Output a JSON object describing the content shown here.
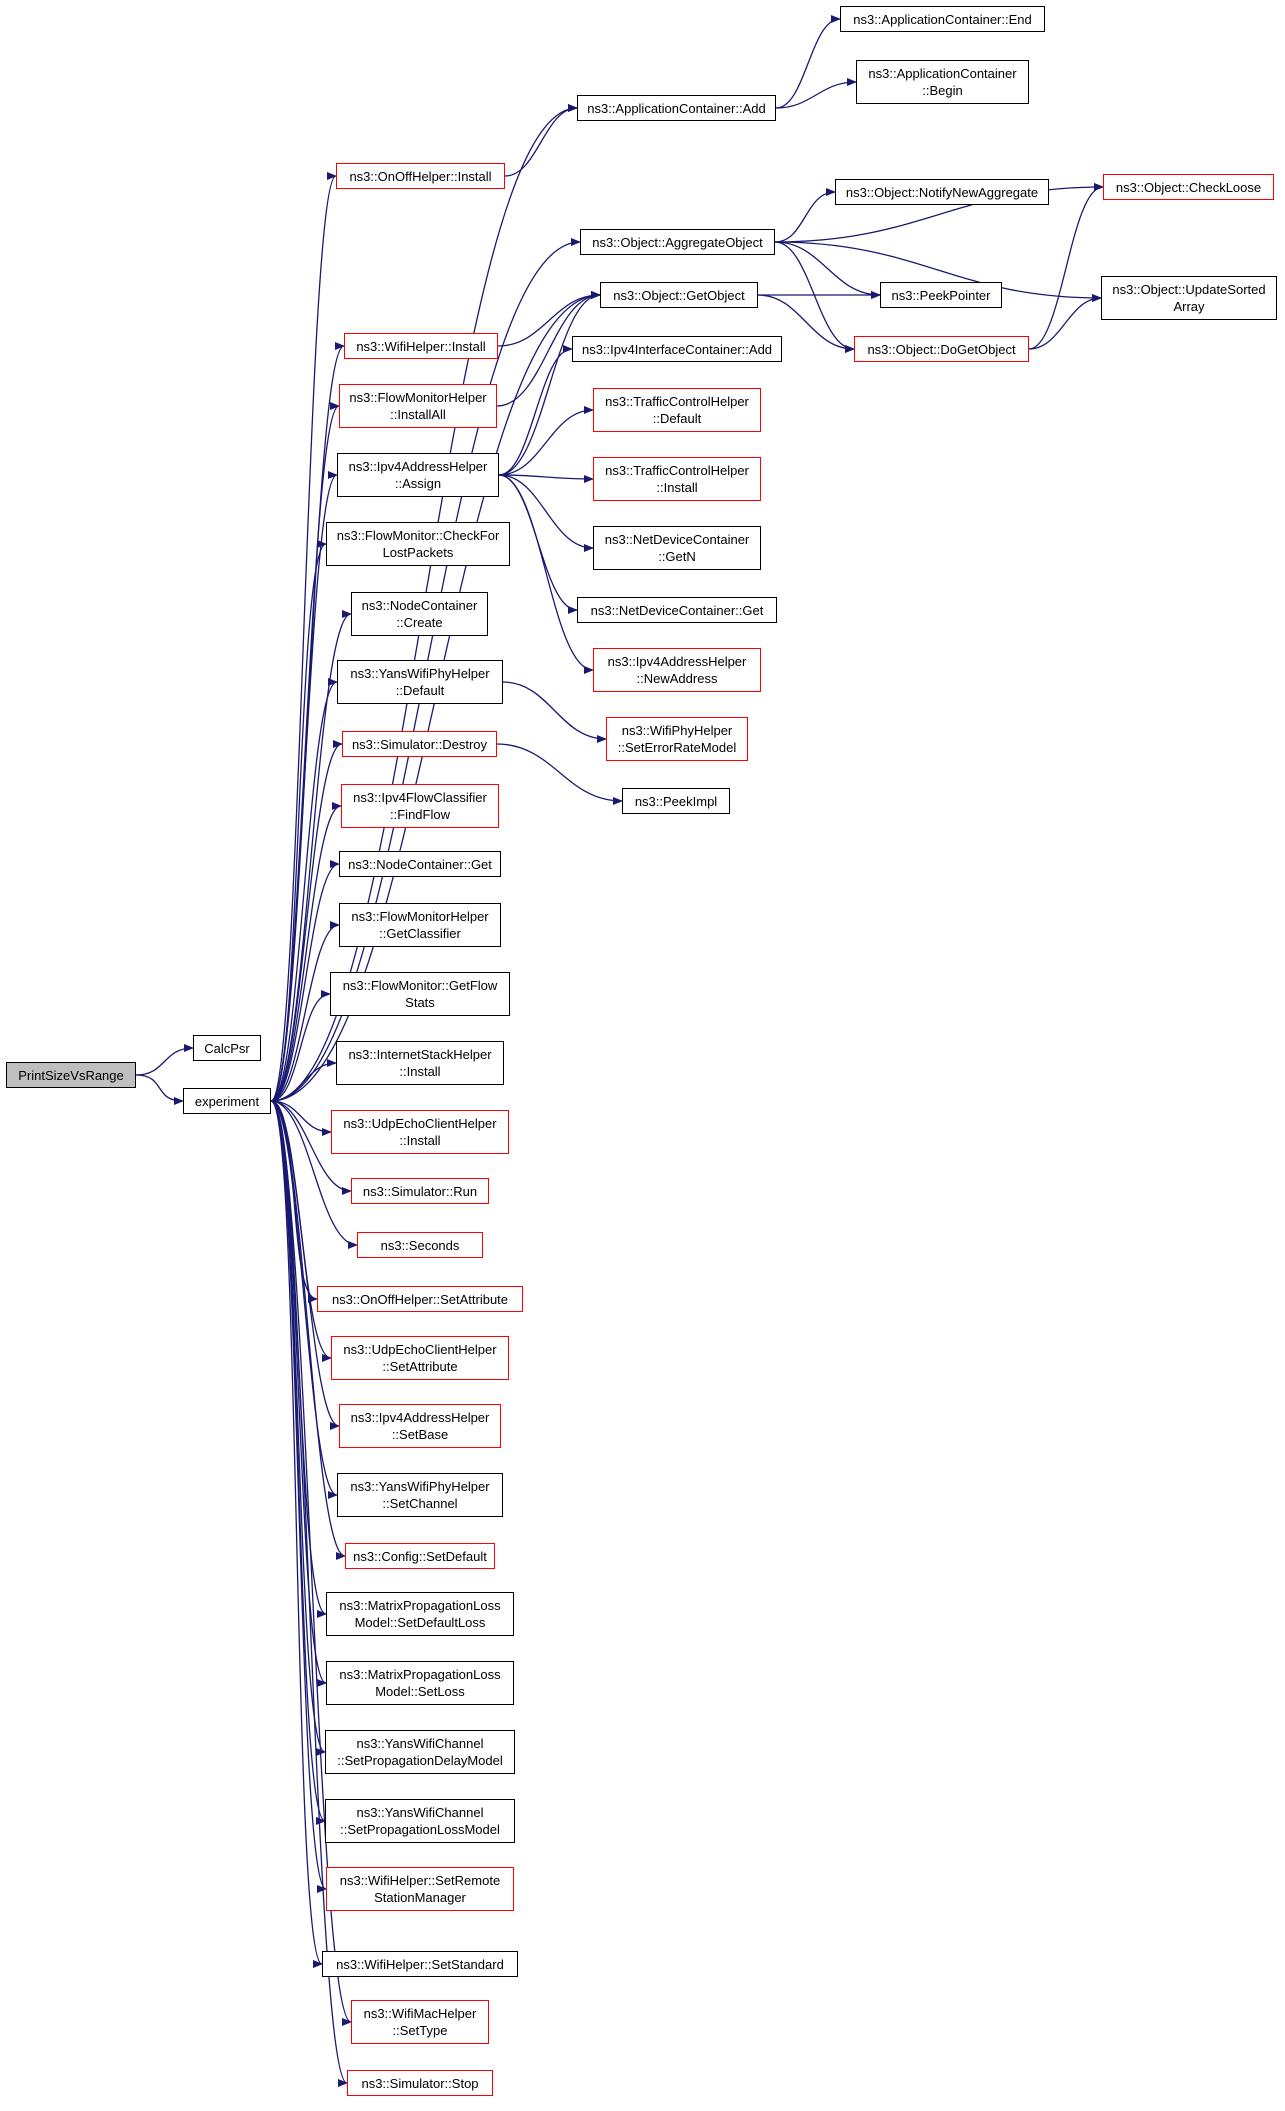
{
  "colors": {
    "edge": "#191970",
    "normal_border": "#000000",
    "warning_border": "#ff0000",
    "root_fill": "#bfbfbf",
    "background": "#ffffff"
  },
  "nodes": [
    {
      "id": "printsize",
      "label": "PrintSizeVsRange",
      "border": "root"
    },
    {
      "id": "calcpsr",
      "label": "CalcPsr",
      "border": "black"
    },
    {
      "id": "experiment",
      "label": "experiment",
      "border": "black"
    },
    {
      "id": "append",
      "label": "ns3::ApplicationContainer::End",
      "border": "black"
    },
    {
      "id": "appbegin",
      "label": "ns3::ApplicationContainer\n::Begin",
      "border": "black"
    },
    {
      "id": "appadd",
      "label": "ns3::ApplicationContainer::Add",
      "border": "black"
    },
    {
      "id": "onoffinstall",
      "label": "ns3::OnOffHelper::Install",
      "border": "red"
    },
    {
      "id": "checkloose",
      "label": "ns3::Object::CheckLoose",
      "border": "red"
    },
    {
      "id": "notifynew",
      "label": "ns3::Object::NotifyNewAggregate",
      "border": "black"
    },
    {
      "id": "aggregate",
      "label": "ns3::Object::AggregateObject",
      "border": "black"
    },
    {
      "id": "updatesorted",
      "label": "ns3::Object::UpdateSorted\nArray",
      "border": "black"
    },
    {
      "id": "getobject",
      "label": "ns3::Object::GetObject",
      "border": "black"
    },
    {
      "id": "peekpointer",
      "label": "ns3::PeekPointer",
      "border": "black"
    },
    {
      "id": "wifiinstall",
      "label": "ns3::WifiHelper::Install",
      "border": "red"
    },
    {
      "id": "dogetobject",
      "label": "ns3::Object::DoGetObject",
      "border": "red"
    },
    {
      "id": "ipv4ifcadd",
      "label": "ns3::Ipv4InterfaceContainer::Add",
      "border": "black"
    },
    {
      "id": "fmhinstallall",
      "label": "ns3::FlowMonitorHelper\n::InstallAll",
      "border": "red"
    },
    {
      "id": "tchdefault",
      "label": "ns3::TrafficControlHelper\n::Default",
      "border": "red"
    },
    {
      "id": "ipv4assign",
      "label": "ns3::Ipv4AddressHelper\n::Assign",
      "border": "black"
    },
    {
      "id": "tchinstall",
      "label": "ns3::TrafficControlHelper\n::Install",
      "border": "red"
    },
    {
      "id": "checklost",
      "label": "ns3::FlowMonitor::CheckFor\nLostPackets",
      "border": "black"
    },
    {
      "id": "ndcgetn",
      "label": "ns3::NetDeviceContainer\n::GetN",
      "border": "black"
    },
    {
      "id": "nccreate",
      "label": "ns3::NodeContainer\n::Create",
      "border": "black"
    },
    {
      "id": "ndcget",
      "label": "ns3::NetDeviceContainer::Get",
      "border": "black"
    },
    {
      "id": "ywphdefault",
      "label": "ns3::YansWifiPhyHelper\n::Default",
      "border": "black"
    },
    {
      "id": "newaddress",
      "label": "ns3::Ipv4AddressHelper\n::NewAddress",
      "border": "red"
    },
    {
      "id": "seterrorrate",
      "label": "ns3::WifiPhyHelper\n::SetErrorRateModel",
      "border": "red"
    },
    {
      "id": "simdestroy",
      "label": "ns3::Simulator::Destroy",
      "border": "red"
    },
    {
      "id": "peekimpl",
      "label": "ns3::PeekImpl",
      "border": "black"
    },
    {
      "id": "findflow",
      "label": "ns3::Ipv4FlowClassifier\n::FindFlow",
      "border": "red"
    },
    {
      "id": "ncget",
      "label": "ns3::NodeContainer::Get",
      "border": "black"
    },
    {
      "id": "getclassifier",
      "label": "ns3::FlowMonitorHelper\n::GetClassifier",
      "border": "black"
    },
    {
      "id": "getflowstats",
      "label": "ns3::FlowMonitor::GetFlow\nStats",
      "border": "black"
    },
    {
      "id": "ishinstall",
      "label": "ns3::InternetStackHelper\n::Install",
      "border": "black"
    },
    {
      "id": "ueclinstall",
      "label": "ns3::UdpEchoClientHelper\n::Install",
      "border": "red"
    },
    {
      "id": "simrun",
      "label": "ns3::Simulator::Run",
      "border": "red"
    },
    {
      "id": "seconds",
      "label": "ns3::Seconds",
      "border": "red"
    },
    {
      "id": "onoffsetattr",
      "label": "ns3::OnOffHelper::SetAttribute",
      "border": "red"
    },
    {
      "id": "ueclsetattr",
      "label": "ns3::UdpEchoClientHelper\n::SetAttribute",
      "border": "red"
    },
    {
      "id": "setbase",
      "label": "ns3::Ipv4AddressHelper\n::SetBase",
      "border": "red"
    },
    {
      "id": "setchannel",
      "label": "ns3::YansWifiPhyHelper\n::SetChannel",
      "border": "black"
    },
    {
      "id": "cfgsetdefault",
      "label": "ns3::Config::SetDefault",
      "border": "red"
    },
    {
      "id": "setdefaultloss",
      "label": "ns3::MatrixPropagationLoss\nModel::SetDefaultLoss",
      "border": "black"
    },
    {
      "id": "setloss",
      "label": "ns3::MatrixPropagationLoss\nModel::SetLoss",
      "border": "black"
    },
    {
      "id": "setpropdelay",
      "label": "ns3::YansWifiChannel\n::SetPropagationDelayModel",
      "border": "black"
    },
    {
      "id": "setproploss",
      "label": "ns3::YansWifiChannel\n::SetPropagationLossModel",
      "border": "black"
    },
    {
      "id": "setremote",
      "label": "ns3::WifiHelper::SetRemote\nStationManager",
      "border": "red"
    },
    {
      "id": "setstandard",
      "label": "ns3::WifiHelper::SetStandard",
      "border": "black"
    },
    {
      "id": "settype",
      "label": "ns3::WifiMacHelper\n::SetType",
      "border": "red"
    },
    {
      "id": "simstop",
      "label": "ns3::Simulator::Stop",
      "border": "red"
    }
  ],
  "edges": [
    [
      "printsize",
      "calcpsr"
    ],
    [
      "printsize",
      "experiment"
    ],
    [
      "experiment",
      "appadd"
    ],
    [
      "experiment",
      "onoffinstall"
    ],
    [
      "experiment",
      "aggregate"
    ],
    [
      "experiment",
      "getobject"
    ],
    [
      "experiment",
      "wifiinstall"
    ],
    [
      "experiment",
      "fmhinstallall"
    ],
    [
      "experiment",
      "ipv4assign"
    ],
    [
      "experiment",
      "checklost"
    ],
    [
      "experiment",
      "nccreate"
    ],
    [
      "experiment",
      "ywphdefault"
    ],
    [
      "experiment",
      "simdestroy"
    ],
    [
      "experiment",
      "findflow"
    ],
    [
      "experiment",
      "ncget"
    ],
    [
      "experiment",
      "getclassifier"
    ],
    [
      "experiment",
      "getflowstats"
    ],
    [
      "experiment",
      "ishinstall"
    ],
    [
      "experiment",
      "ueclinstall"
    ],
    [
      "experiment",
      "simrun"
    ],
    [
      "experiment",
      "seconds"
    ],
    [
      "experiment",
      "onoffsetattr"
    ],
    [
      "experiment",
      "ueclsetattr"
    ],
    [
      "experiment",
      "setbase"
    ],
    [
      "experiment",
      "setchannel"
    ],
    [
      "experiment",
      "cfgsetdefault"
    ],
    [
      "experiment",
      "setdefaultloss"
    ],
    [
      "experiment",
      "setloss"
    ],
    [
      "experiment",
      "setpropdelay"
    ],
    [
      "experiment",
      "setproploss"
    ],
    [
      "experiment",
      "setremote"
    ],
    [
      "experiment",
      "setstandard"
    ],
    [
      "experiment",
      "settype"
    ],
    [
      "experiment",
      "simstop"
    ],
    [
      "appadd",
      "append"
    ],
    [
      "appadd",
      "appbegin"
    ],
    [
      "onoffinstall",
      "appadd"
    ],
    [
      "aggregate",
      "checkloose"
    ],
    [
      "aggregate",
      "notifynew"
    ],
    [
      "aggregate",
      "updatesorted"
    ],
    [
      "aggregate",
      "peekpointer"
    ],
    [
      "aggregate",
      "dogetobject"
    ],
    [
      "getobject",
      "peekpointer"
    ],
    [
      "getobject",
      "dogetobject"
    ],
    [
      "dogetobject",
      "checkloose"
    ],
    [
      "dogetobject",
      "updatesorted"
    ],
    [
      "wifiinstall",
      "getobject"
    ],
    [
      "fmhinstallall",
      "getobject"
    ],
    [
      "ipv4assign",
      "getobject"
    ],
    [
      "ipv4assign",
      "ipv4ifcadd"
    ],
    [
      "ipv4assign",
      "tchdefault"
    ],
    [
      "ipv4assign",
      "tchinstall"
    ],
    [
      "ipv4assign",
      "ndcgetn"
    ],
    [
      "ipv4assign",
      "ndcget"
    ],
    [
      "ipv4assign",
      "newaddress"
    ],
    [
      "ywphdefault",
      "seterrorrate"
    ],
    [
      "simdestroy",
      "peekimpl"
    ]
  ]
}
